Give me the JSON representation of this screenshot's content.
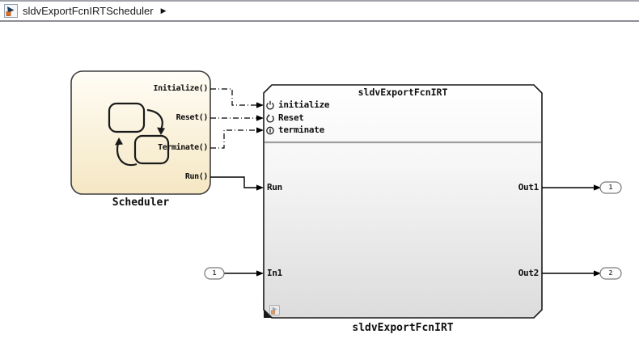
{
  "breadcrumb": {
    "model_name": "sldvExportFcnIRTScheduler"
  },
  "scheduler": {
    "label": "Scheduler",
    "ports": {
      "initialize": "Initialize()",
      "reset": "Reset()",
      "terminate": "Terminate()",
      "run": "Run()"
    }
  },
  "model_block": {
    "title": "sldvExportFcnIRT",
    "label": "sldvExportFcnIRT",
    "event_ports": {
      "initialize": "initialize",
      "reset": "Reset",
      "terminate": "terminate"
    },
    "input_ports": {
      "run": "Run",
      "in1": "In1"
    },
    "output_ports": {
      "out1": "Out1",
      "out2": "Out2"
    }
  },
  "port_blocks": {
    "inport1": "1",
    "outport1": "1",
    "outport2": "2"
  },
  "colors": {
    "scheduler_fill_top": "#fffdf6",
    "scheduler_fill_bottom": "#f5e7c3",
    "block_fill_top": "#ffffff",
    "block_fill_bottom": "#dcdcdc",
    "separator": "#9e9e9e",
    "line": "#000000",
    "icon_orange": "#e06d1f",
    "icon_navy": "#223a5e"
  }
}
